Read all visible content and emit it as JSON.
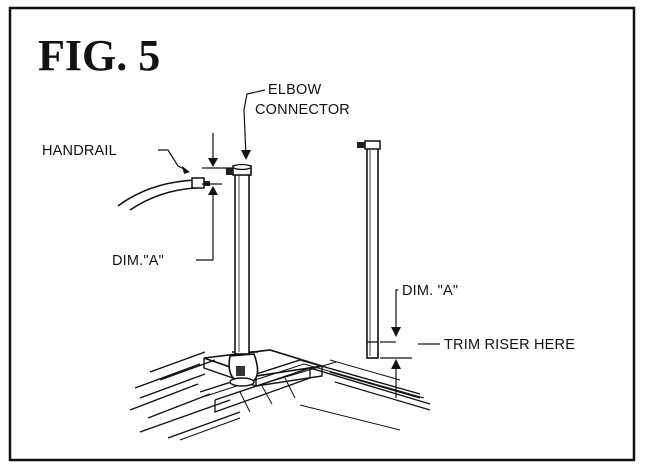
{
  "figure": {
    "title": "FIG. 5",
    "labels": {
      "elbow_connector_line1": "ELBOW",
      "elbow_connector_line2": "CONNECTOR",
      "handrail": "HANDRAIL",
      "dim_a_left": "DIM.\"A\"",
      "dim_a_right": "DIM. \"A\"",
      "trim_riser": "TRIM RISER HERE"
    }
  }
}
